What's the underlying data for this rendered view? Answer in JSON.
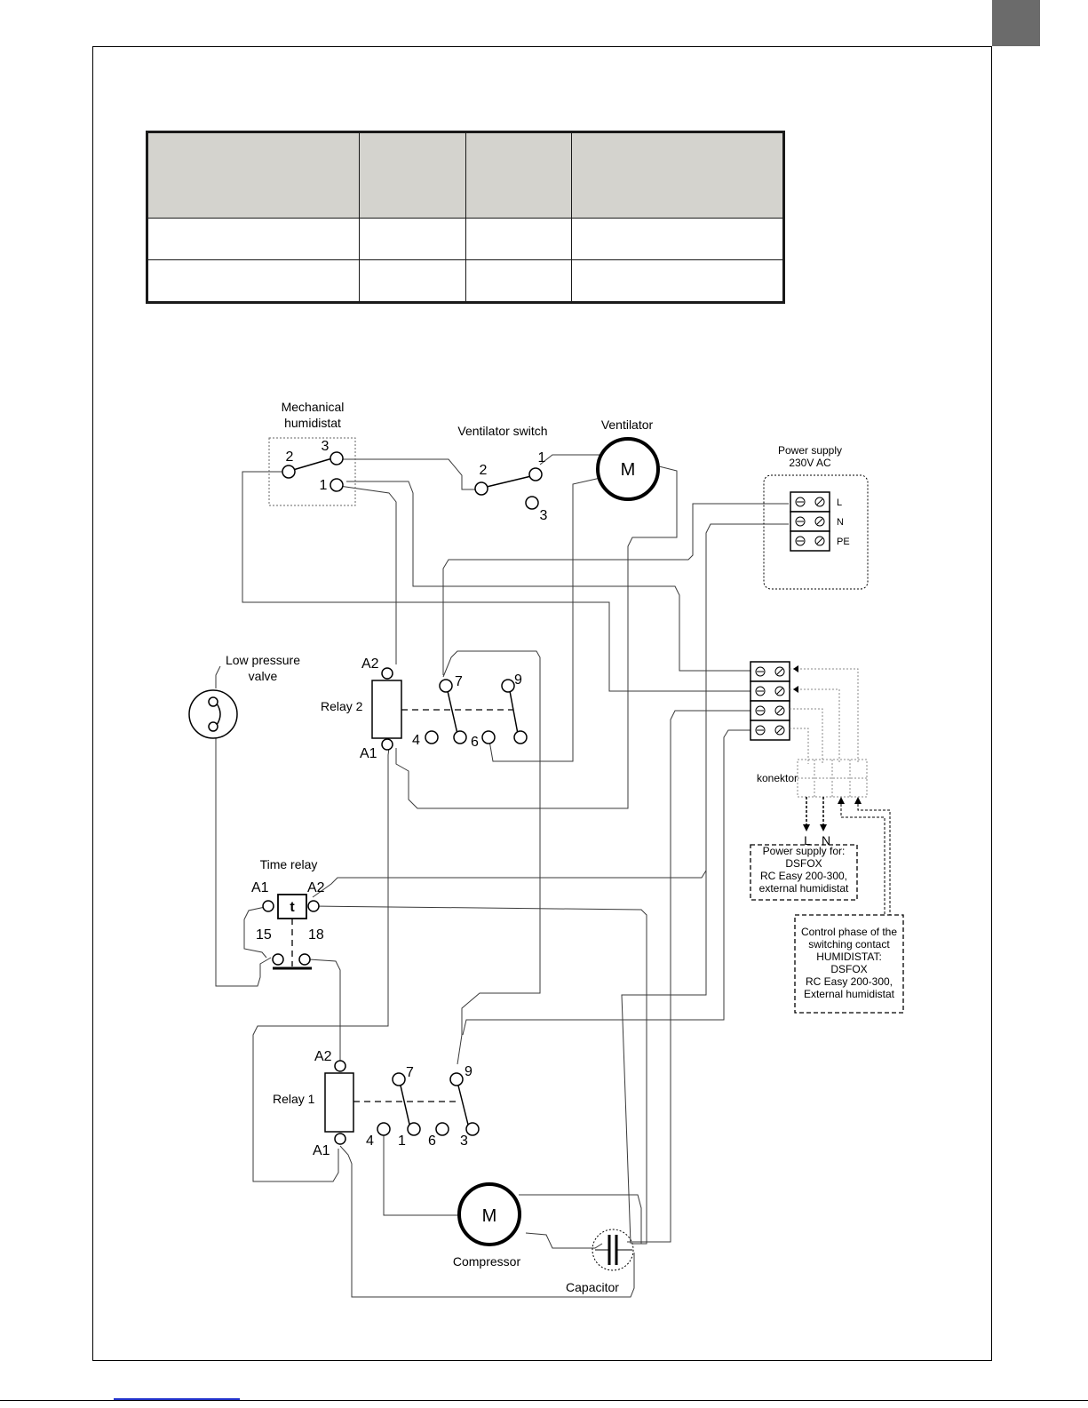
{
  "spec_table": {
    "header": [
      "",
      "",
      "",
      ""
    ],
    "rows": [
      [
        "",
        "",
        "",
        ""
      ],
      [
        "",
        "",
        "",
        ""
      ]
    ]
  },
  "labels": {
    "mechanical_humidistat": [
      "Mechanical",
      "humidistat"
    ],
    "ventilator_switch": "Ventilator switch",
    "ventilator": "Ventilator",
    "motor_symbol": "M",
    "power_supply": [
      "Power supply",
      "230V AC"
    ],
    "terminal_l": "L",
    "terminal_n": "N",
    "terminal_pe": "PE",
    "low_pressure_valve": [
      "Low pressure",
      "valve"
    ],
    "relay_2": "Relay 2",
    "relay_1": "Relay 1",
    "a1": "A1",
    "a2": "A2",
    "konektor": "konektor",
    "out_l": "L",
    "out_n": "N",
    "power_supply_for": [
      "Power supply for:",
      "DSFOX",
      "RC Easy 200-300,",
      "external humidistat"
    ],
    "control_phase": [
      "Control phase of the",
      "switching contact",
      "HUMIDISTAT:",
      "DSFOX",
      "RC Easy 200-300,",
      "External humidistat"
    ],
    "time_relay": "Time relay",
    "time_relay_symbol": "t",
    "tr_15": "15",
    "tr_18": "18",
    "compressor": "Compressor",
    "capacitor": "Capacitor",
    "hum_terms": [
      "2",
      "3",
      "1"
    ],
    "vent_switch_terms": [
      "2",
      "1",
      "3"
    ],
    "relay2_terms": [
      "7",
      "9",
      "4",
      "6"
    ],
    "relay1_terms": [
      "7",
      "9",
      "4",
      "1",
      "6",
      "3"
    ]
  }
}
